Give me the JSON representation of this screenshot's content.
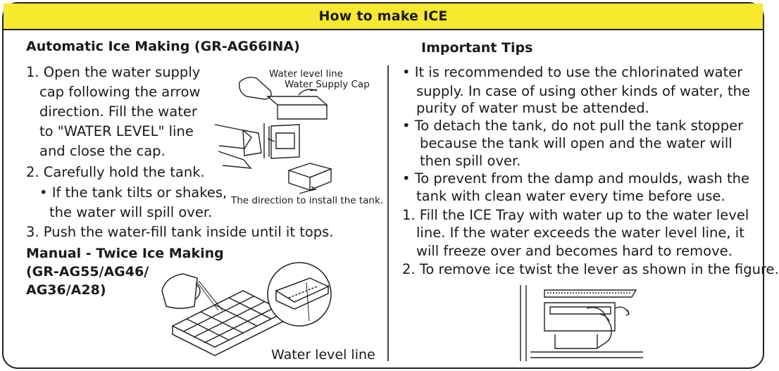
{
  "title": "How to make ICE",
  "left": {
    "auto_heading": "Automatic Ice Making (GR-AG66INA)",
    "steps": [
      "1. Open the water supply",
      "cap following the arrow",
      "direction. Fill the water",
      "to \"WATER LEVEL\" line",
      "and close the cap.",
      "2. Carefully hold the tank.",
      "• If the tank tilts or shakes,",
      "the water will spill over.",
      "3. Push the water-fill tank inside until it tops."
    ],
    "fig_labels": {
      "water_level": "Water level line",
      "supply_cap": "Water Supply Cap",
      "install_direction": "The direction to install the tank."
    },
    "manual_heading": [
      "Manual -  Twice Ice Making",
      "(GR-AG55/AG46/",
      "AG36/A28)"
    ],
    "manual_fig_label": "Water level line"
  },
  "right": {
    "tips_heading": "Important Tips",
    "tips": [
      "• It is recommended to use the chlorinated water",
      "supply. In case of using other kinds of water, the",
      "purity of water must be attended.",
      "•  To detach the tank, do not pull the tank stopper",
      "because the tank will open and the water will",
      "then spill over.",
      "•  To prevent from the damp and moulds, wash the",
      "tank with clean water every time before use.",
      "1. Fill the ICE Tray with water up  to the water level",
      "line. If the water exceeds the water level line, it",
      "will freeze over and becomes hard to remove.",
      "2. To remove ice twist the lever as shown in the figure."
    ]
  },
  "colors": {
    "header_bg": "#f7e92e",
    "border": "#222222"
  }
}
